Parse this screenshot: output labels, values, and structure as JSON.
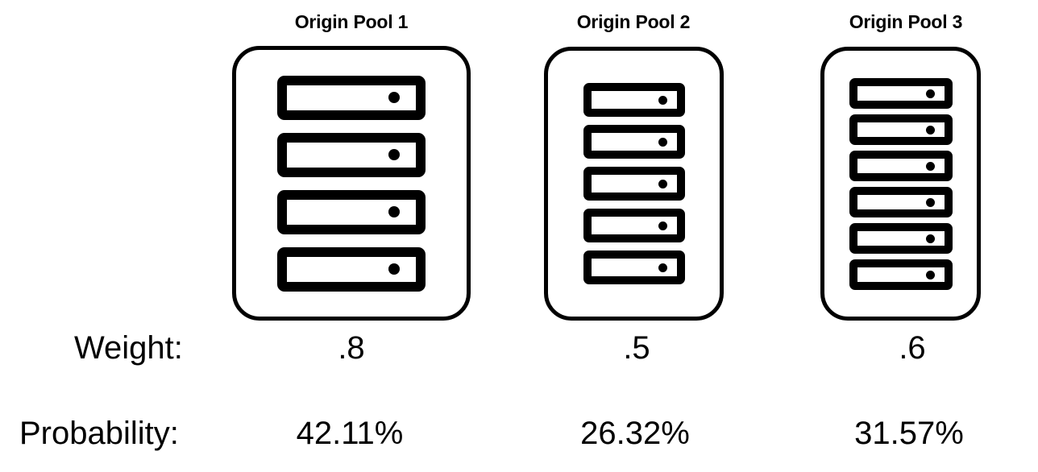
{
  "diagram": {
    "type": "weighted-load-balancing-pools",
    "colors": {
      "stroke": "#000000",
      "background": "#ffffff",
      "text": "#000000"
    },
    "row_labels": {
      "weight": "Weight:",
      "probability": "Probability:"
    },
    "pools": [
      {
        "id": "pool-1",
        "title": "Origin Pool 1",
        "server_count": 4,
        "servers": [
          "server-icon",
          "server-icon",
          "server-icon",
          "server-icon"
        ],
        "weight": ".8",
        "probability": "42.11%"
      },
      {
        "id": "pool-2",
        "title": "Origin Pool 2",
        "server_count": 5,
        "servers": [
          "server-icon",
          "server-icon",
          "server-icon",
          "server-icon",
          "server-icon"
        ],
        "weight": ".5",
        "probability": "26.32%"
      },
      {
        "id": "pool-3",
        "title": "Origin Pool 3",
        "server_count": 6,
        "servers": [
          "server-icon",
          "server-icon",
          "server-icon",
          "server-icon",
          "server-icon",
          "server-icon"
        ],
        "weight": ".6",
        "probability": "31.57%"
      }
    ]
  }
}
